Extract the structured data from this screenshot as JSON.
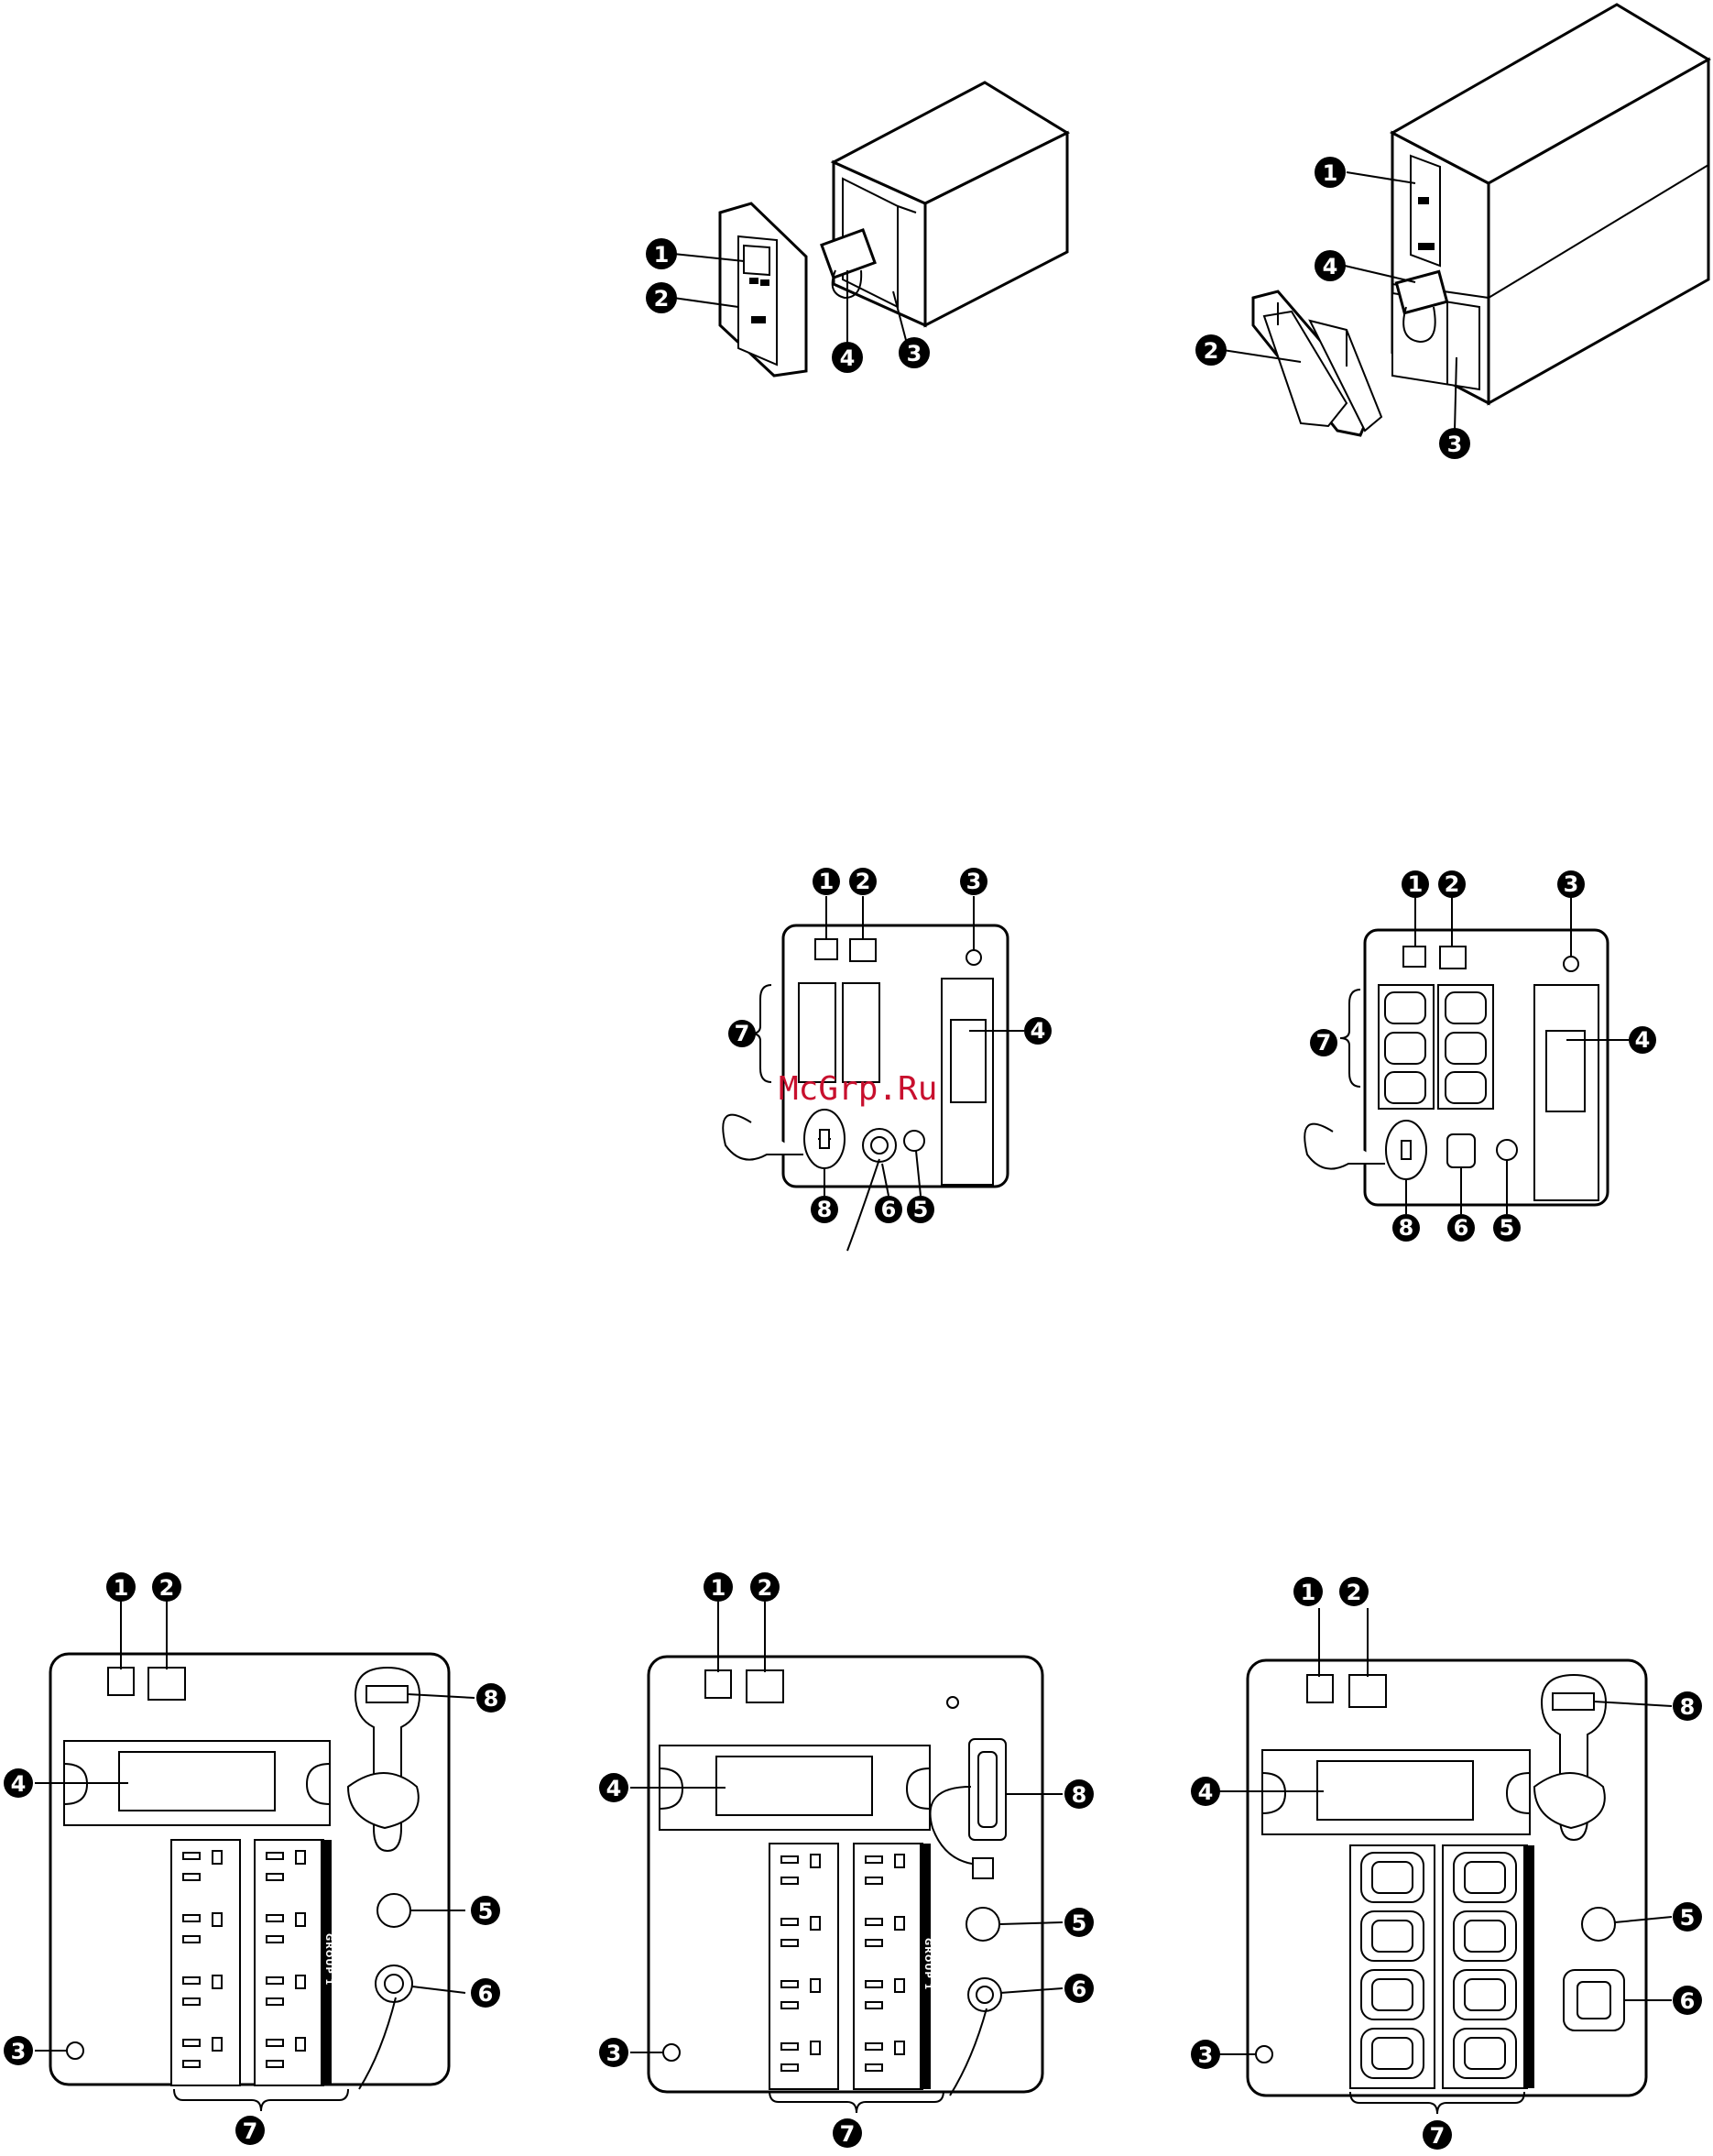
{
  "watermark": "McGrp.Ru",
  "group_label": "GROUP 1",
  "callouts": [
    "1",
    "2",
    "3",
    "4",
    "5",
    "6",
    "7",
    "8"
  ]
}
